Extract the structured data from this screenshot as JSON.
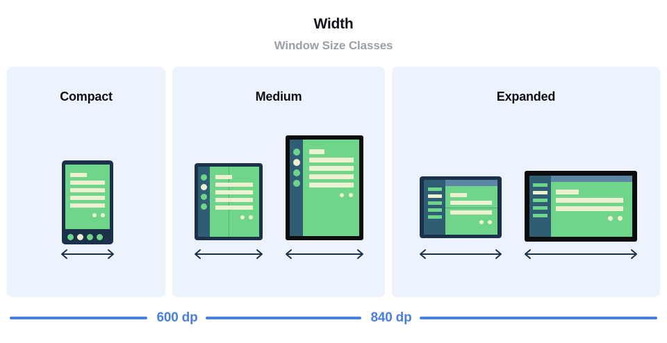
{
  "header": {
    "title": "Width",
    "subtitle": "Window Size Classes"
  },
  "panels": [
    {
      "id": "compact",
      "title": "Compact",
      "devices": [
        "phone-portrait"
      ],
      "arrows": 1
    },
    {
      "id": "medium",
      "title": "Medium",
      "devices": [
        "foldable-portrait",
        "tablet-portrait"
      ],
      "arrows": 2
    },
    {
      "id": "expanded",
      "title": "Expanded",
      "devices": [
        "foldable-landscape",
        "tablet-landscape"
      ],
      "arrows": 2
    }
  ],
  "measures": [
    {
      "label": "600 dp"
    },
    {
      "label": "840 dp"
    }
  ],
  "colors": {
    "panel_background": "#edf3fc",
    "page_background": "#ffffff",
    "title_text": "#12141a",
    "subtitle_text": "#9aa0a6",
    "measure_blue": "#4a7fe0",
    "device_frame_navy": "#1b3049",
    "device_frame_black": "#0b0c0e",
    "screen_green": "#6ed58b",
    "content_cream": "#eef0d2",
    "nav_rail_blue": "#2f5d73",
    "top_bar_blue": "#5b86a6",
    "arrow_navy": "#18304a"
  }
}
